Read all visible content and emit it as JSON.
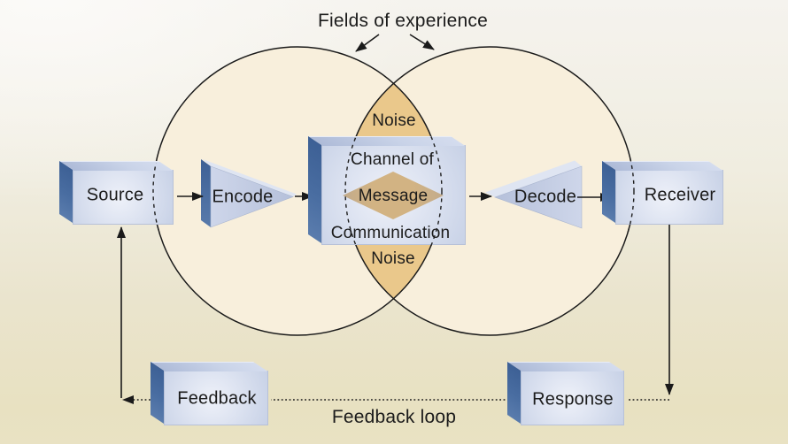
{
  "labels": {
    "fields_of_experience": "Fields of experience",
    "noise_top": "Noise",
    "noise_bottom": "Noise",
    "feedback_loop": "Feedback loop"
  },
  "nodes": {
    "source": "Source",
    "encode": "Encode",
    "channel_line1": "Channel of",
    "message": "Message",
    "channel_line2": "Communication",
    "decode": "Decode",
    "receiver": "Receiver",
    "feedback": "Feedback",
    "response": "Response"
  },
  "colors": {
    "bg_top": "#f5f3ee",
    "bg_bottom": "#e8e1c1",
    "circle_fill": "#f8efdc",
    "lens_fill": "#eac88b",
    "box_face": "#c7d1e6",
    "box_top": "#c9d3e8",
    "box_side": "#496da1",
    "diamond": "#d2b383",
    "line": "#1a1a1a",
    "text": "#1b1b1b"
  }
}
